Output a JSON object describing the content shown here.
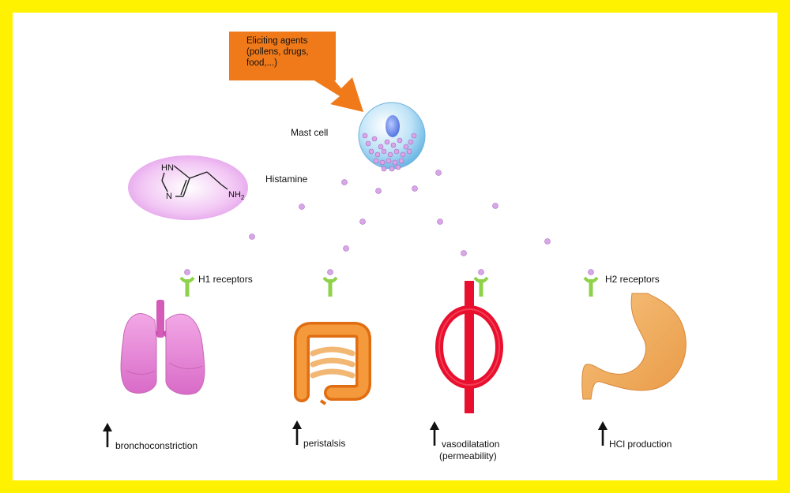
{
  "diagram": {
    "eliciting_agents": [
      "Eliciting agents",
      "(pollens, drugs,",
      "food,...)"
    ],
    "mast_cell_label": "Mast cell",
    "histamine_label": "Histamine",
    "molecule": {
      "hn": "HN",
      "n": "N",
      "nh2": "NH",
      "nh2_sub": "2"
    },
    "h1_label": "H1 receptors",
    "h2_label": "H2 receptors",
    "effects": {
      "bronchoconstriction": "bronchoconstriction",
      "peristalsis": "peristalsis",
      "vasodilatation": "vasodilatation",
      "permeability": "(permeability)",
      "hcl": "HCl production"
    }
  },
  "colors": {
    "border": "#fff200",
    "callout": "#f07a1a",
    "granule": "#d9a6e8",
    "receptor": "#8ed24a",
    "lung": "#e98ad6",
    "intestine": "#f0851e",
    "vessel": "#e8102e",
    "stomach": "#f0b060"
  }
}
